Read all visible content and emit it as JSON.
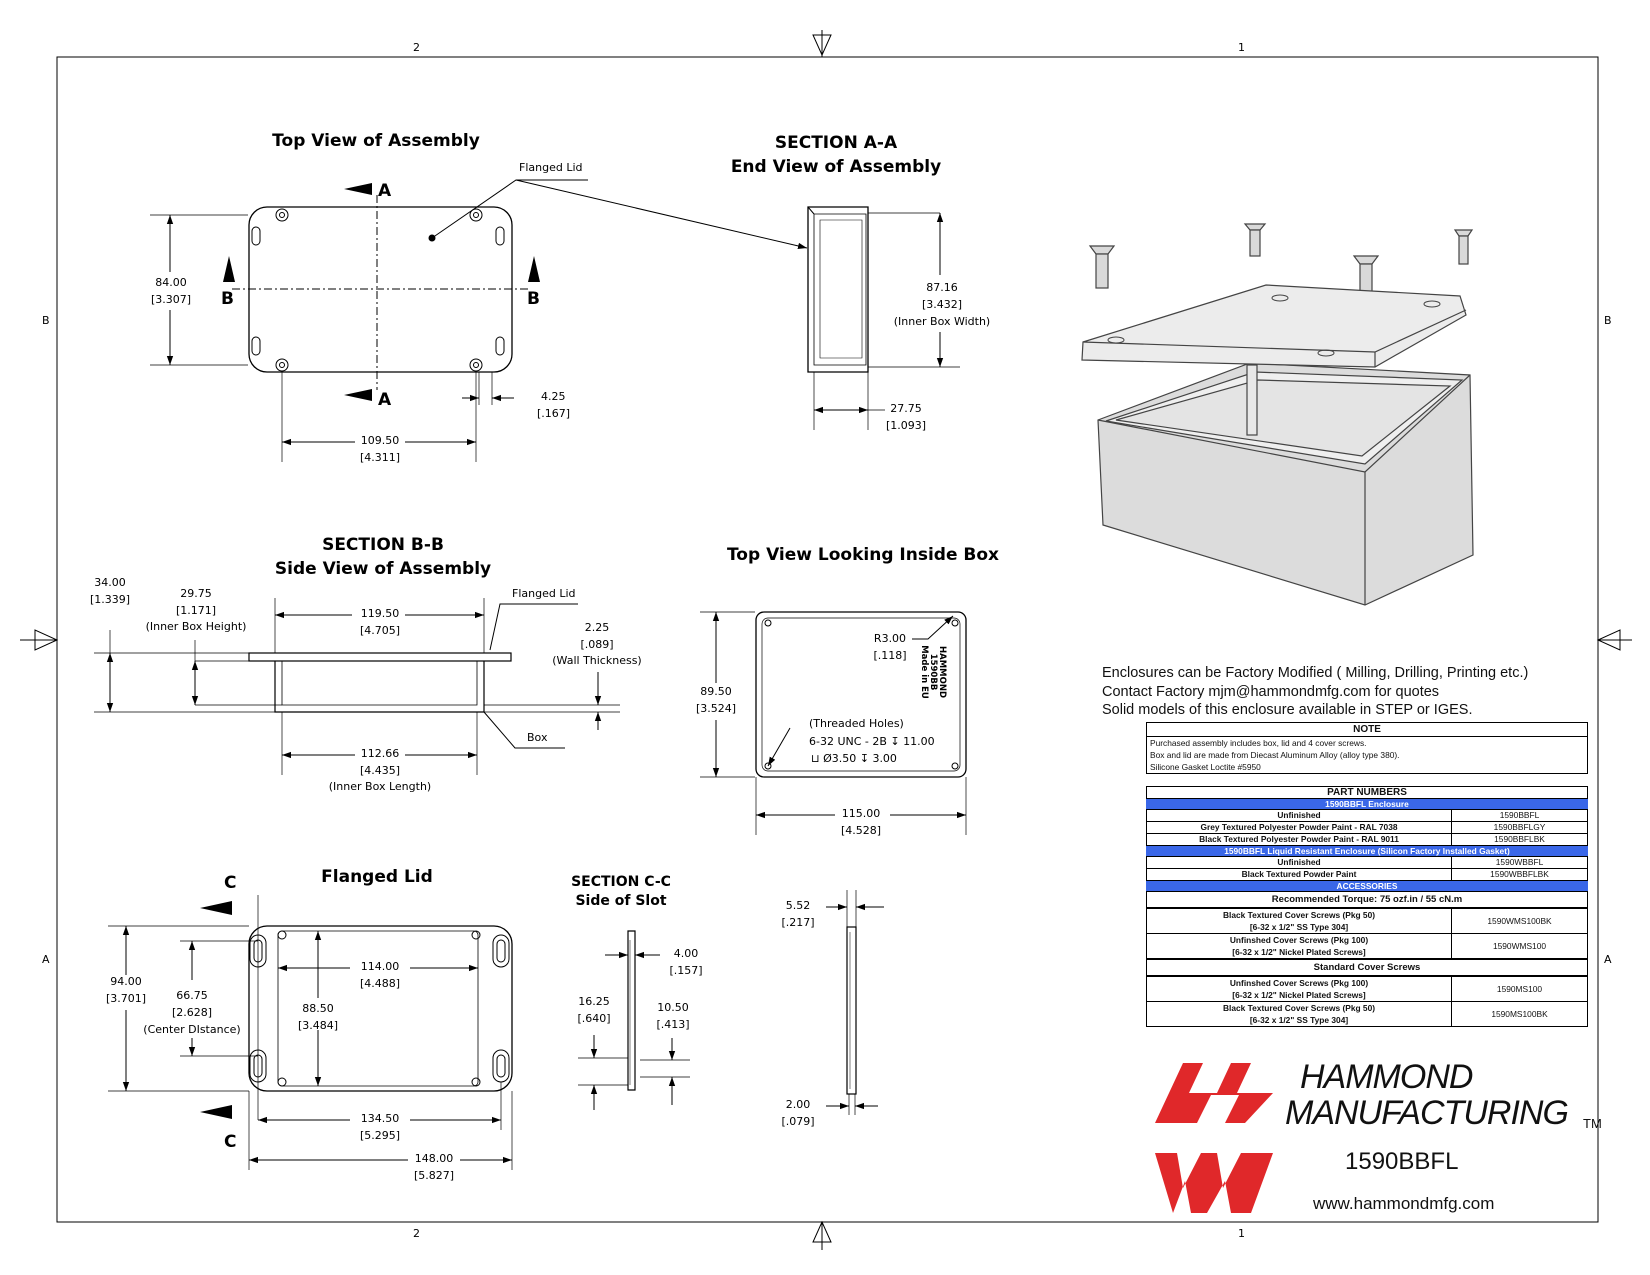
{
  "zones": {
    "top_left": "2",
    "top_right": "1",
    "bottom_left": "2",
    "bottom_right": "1",
    "side_top": "B",
    "side_bottom": "A"
  },
  "views": {
    "top_view": {
      "title": "Top View of Assembly",
      "callout": "Flanged Lid",
      "section_a": "A",
      "section_b": "B",
      "dim_height": "84.00",
      "dim_height_in": "[3.307]",
      "dim_width": "109.50",
      "dim_width_in": "[4.311]",
      "dim_hole": "4.25",
      "dim_hole_in": "[.167]"
    },
    "section_aa": {
      "title1": "SECTION A-A",
      "title2": "End View of Assembly",
      "dim_width": "87.16",
      "dim_width_in": "[3.432]",
      "dim_width_note": "(Inner Box Width)",
      "dim_depth": "27.75",
      "dim_depth_in": "[1.093]"
    },
    "section_bb": {
      "title1": "SECTION B-B",
      "title2": "Side View of Assembly",
      "dim_total": "34.00",
      "dim_total_in": "[1.339]",
      "dim_inner_h": "29.75",
      "dim_inner_h_in": "[1.171]",
      "dim_inner_h_note": "(Inner Box Height)",
      "dim_top": "119.50",
      "dim_top_in": "[4.705]",
      "dim_wall": "2.25",
      "dim_wall_in": "[.089]",
      "dim_wall_note": "(Wall Thickness)",
      "dim_inner_l": "112.66",
      "dim_inner_l_in": "[4.435]",
      "dim_inner_l_note": "(Inner Box Length)",
      "callout_lid": "Flanged Lid",
      "callout_box": "Box"
    },
    "inside_view": {
      "title": "Top View Looking Inside Box",
      "dim_radius": "R3.00",
      "dim_radius_in": "[.118]",
      "dim_h": "89.50",
      "dim_h_in": "[3.524]",
      "dim_w": "115.00",
      "dim_w_in": "[4.528]",
      "holes_note": "(Threaded Holes)",
      "holes_spec1": "6-32 UNC - 2B ↧ 11.00",
      "holes_spec2": "⊔ Ø3.50 ↧ 3.00",
      "engraving1": "HAMMOND",
      "engraving2": "1590BB",
      "engraving3": "Made in EU"
    },
    "flanged_lid": {
      "title": "Flanged Lid",
      "section_c": "C",
      "dim_total_h": "94.00",
      "dim_total_h_in": "[3.701]",
      "dim_center": "66.75",
      "dim_center_in": "[2.628]",
      "dim_center_note": "(Center DIstance)",
      "dim_inner_h": "88.50",
      "dim_inner_h_in": "[3.484]",
      "dim_inner_w": "114.00",
      "dim_inner_w_in": "[4.488]",
      "dim_slot_w": "134.50",
      "dim_slot_w_in": "[5.295]",
      "dim_total_w": "148.00",
      "dim_total_w_in": "[5.827]"
    },
    "section_cc": {
      "title1": "SECTION  C-C",
      "title2": "Side  of Slot",
      "dim_a": "4.00",
      "dim_a_in": "[.157]",
      "dim_b": "16.25",
      "dim_b_in": "[.640]",
      "dim_c": "10.50",
      "dim_c_in": "[.413]"
    },
    "lid_side": {
      "dim_top": "5.52",
      "dim_top_in": "[.217]",
      "dim_bottom": "2.00",
      "dim_bottom_in": "[.079]"
    }
  },
  "modification_note": [
    "Enclosures can be Factory Modified ( Milling, Drilling, Printing etc.)",
    "Contact Factory        mjm@hammondmfg.com for quotes",
    "Solid models of this enclosure available in STEP or IGES."
  ],
  "note": {
    "title": "NOTE",
    "lines": [
      "Purchased assembly includes box, lid and 4 cover screws.",
      "Box and lid are made from Diecast Aluminum Alloy (alloy type 380).",
      "Silicone Gasket Loctite #5950"
    ]
  },
  "part_numbers": {
    "title": "PART NUMBERS",
    "group1": {
      "header": "1590BBFL Enclosure",
      "rows": [
        {
          "desc": "Unfinished",
          "part": "1590BBFL"
        },
        {
          "desc": "Grey Textured Polyester Powder Paint - RAL 7038",
          "part": "1590BBFLGY"
        },
        {
          "desc": "Black Textured Polyester Powder Paint - RAL 9011",
          "part": "1590BBFLBK"
        }
      ]
    },
    "group2": {
      "header": "1590BBFL Liquid Resistant Enclosure (Silicon Factory Installed Gasket)",
      "rows": [
        {
          "desc": "Unfinished",
          "part": "1590WBBFL"
        },
        {
          "desc": "Black Textured Powder Paint",
          "part": "1590WBBFLBK"
        }
      ]
    },
    "accessories": {
      "header": "ACCESSORIES",
      "torque": "Recommended Torque: 75 ozf.in / 55 cN.m",
      "rows": [
        {
          "desc1": "Black Textured Cover Screws (Pkg 50)",
          "desc2": "[6-32 x 1/2\" SS Type 304]",
          "part": "1590WMS100BK"
        },
        {
          "desc1": "Unfinshed Cover Screws (Pkg 100)",
          "desc2": "[6-32 x 1/2\" Nickel Plated Screws]",
          "part": "1590WMS100"
        }
      ],
      "standard_title": "Standard Cover Screws",
      "standard_rows": [
        {
          "desc1": "Unfinshed Cover Screws (Pkg 100)",
          "desc2": "[6-32 x 1/2\" Nickel Plated Screws]",
          "part": "1590MS100"
        },
        {
          "desc1": "Black Textured Cover Screws (Pkg 50)",
          "desc2": "[6-32 x 1/2\" SS Type 304]",
          "part": "1590MS100BK"
        }
      ]
    }
  },
  "brand": {
    "name1": "HAMMOND",
    "name2": "MANUFACTURING",
    "tm": "TM",
    "part": "1590BBFL",
    "url": "www.hammondmfg.com",
    "logo_color": "#e0282a"
  },
  "colors": {
    "blue_header": "#3a67e8",
    "line": "#000000"
  }
}
